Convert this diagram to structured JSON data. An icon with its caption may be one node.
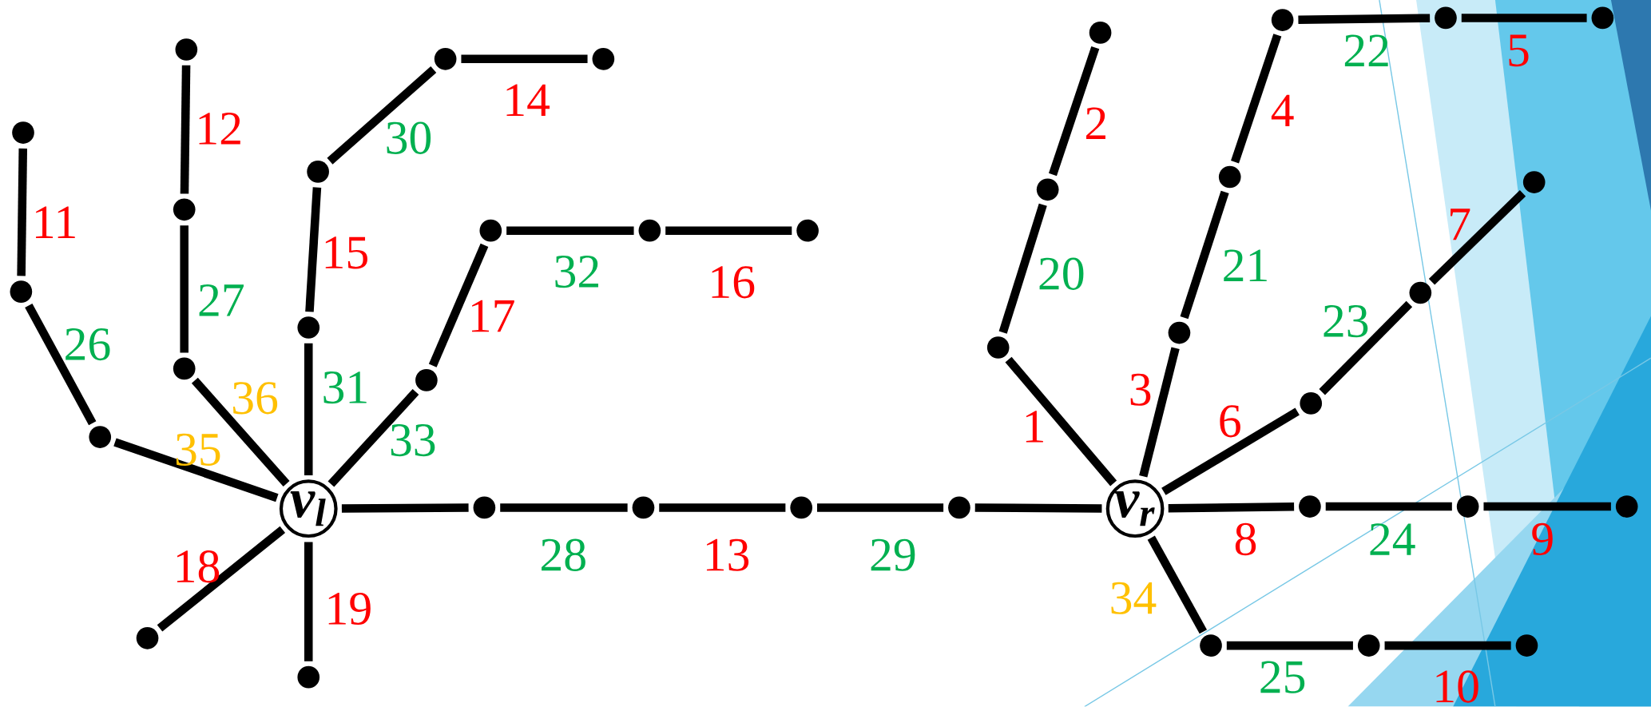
{
  "diagram": {
    "nodes": [
      {
        "text": [
          "v$_{l}$"
        ]
      },
      {
        "text": [
          "v$_{r}$"
        ]
      },
      {
        "text": [],
        "shape": "circle"
      },
      {
        "text": [],
        "shape": "circle"
      },
      {
        "text": [],
        "shape": "circle"
      },
      {
        "text": [],
        "shape": "circle"
      },
      {
        "text": [],
        "shape": "circle"
      },
      {
        "text": [],
        "shape": "circle"
      },
      {
        "text": [],
        "shape": "circle"
      },
      {
        "text": [],
        "shape": "circle"
      },
      {
        "text": [],
        "shape": "circle"
      },
      {
        "text": [],
        "shape": "circle"
      },
      {
        "text": [],
        "shape": "circle"
      },
      {
        "text": [],
        "shape": "circle"
      },
      {
        "text": [],
        "shape": "circle"
      },
      {
        "text": [],
        "shape": "circle"
      },
      {
        "text": [],
        "shape": "circle"
      },
      {
        "text": [],
        "shape": "circle"
      },
      {
        "text": [],
        "shape": "circle"
      },
      {
        "text": [],
        "shape": "circle"
      },
      {
        "text": [],
        "shape": "circle"
      },
      {
        "text": [],
        "shape": "circle"
      },
      {
        "text": [],
        "shape": "circle"
      },
      {
        "text": [],
        "shape": "circle"
      },
      {
        "text": [],
        "shape": "circle"
      },
      {
        "text": [],
        "shape": "circle"
      },
      {
        "text": [],
        "shape": "circle"
      },
      {
        "text": [],
        "shape": "circle"
      },
      {
        "text": [],
        "shape": "circle"
      },
      {
        "text": [],
        "shape": "circle"
      },
      {
        "text": [],
        "shape": "circle"
      },
      {
        "text": [],
        "shape": "circle"
      },
      {
        "text": [],
        "shape": "circle"
      },
      {
        "text": [],
        "shape": "circle"
      },
      {
        "text": [],
        "shape": "circle"
      },
      {
        "text": [],
        "shape": "circle"
      },
      {
        "text": [],
        "shape": "circle"
      },
      {
        "text": [],
        "shape": "circle"
      },
      {
        "text": [],
        "shape": "circle"
      }
    ],
    "edges": [
      {
        "from": 2,
        "to": 3,
        "arrow": "none",
        "label": "11"
      },
      {
        "from": 3,
        "to": 4,
        "arrow": "none",
        "label": "26"
      },
      {
        "from": 4,
        "to": 0,
        "arrow": "none",
        "label": "35"
      },
      {
        "from": 5,
        "to": 6,
        "arrow": "none",
        "label": "12"
      },
      {
        "from": 6,
        "to": 7,
        "arrow": "none",
        "label": "27"
      },
      {
        "from": 7,
        "to": 0,
        "arrow": "none",
        "label": "36"
      },
      {
        "from": 8,
        "to": 9,
        "arrow": "none",
        "label": "14"
      },
      {
        "from": 10,
        "to": 8,
        "arrow": "none",
        "label": "30"
      },
      {
        "from": 11,
        "to": 10,
        "arrow": "none",
        "label": "15"
      },
      {
        "from": 0,
        "to": 11,
        "arrow": "none",
        "label": "31"
      },
      {
        "from": 12,
        "to": 13,
        "arrow": "none",
        "label": "17"
      },
      {
        "from": 0,
        "to": 12,
        "arrow": "none",
        "label": "33"
      },
      {
        "from": 13,
        "to": 14,
        "arrow": "none",
        "label": "32"
      },
      {
        "from": 14,
        "to": 15,
        "arrow": "none",
        "label": "16"
      },
      {
        "from": 0,
        "to": 16,
        "arrow": "none",
        "label": "18"
      },
      {
        "from": 0,
        "to": 17,
        "arrow": "none",
        "label": "19"
      },
      {
        "from": 0,
        "to": 18,
        "arrow": "none"
      },
      {
        "from": 18,
        "to": 19,
        "arrow": "none",
        "label": "28"
      },
      {
        "from": 19,
        "to": 20,
        "arrow": "none",
        "label": "13"
      },
      {
        "from": 20,
        "to": 21,
        "arrow": "none",
        "label": "29"
      },
      {
        "from": 21,
        "to": 1,
        "arrow": "none"
      },
      {
        "from": 22,
        "to": 23,
        "arrow": "none",
        "label": "2"
      },
      {
        "from": 23,
        "to": 24,
        "arrow": "none",
        "label": "20"
      },
      {
        "from": 24,
        "to": 1,
        "arrow": "none",
        "label": "1"
      },
      {
        "from": 25,
        "to": 28,
        "arrow": "none",
        "label": "4"
      },
      {
        "from": 25,
        "to": 26,
        "arrow": "none",
        "label": "22"
      },
      {
        "from": 26,
        "to": 27,
        "arrow": "none",
        "label": "5"
      },
      {
        "from": 28,
        "to": 29,
        "arrow": "none",
        "label": "21"
      },
      {
        "from": 29,
        "to": 1,
        "arrow": "none",
        "label": "3"
      },
      {
        "from": 30,
        "to": 31,
        "arrow": "none",
        "label": "7"
      },
      {
        "from": 31,
        "to": 32,
        "arrow": "none",
        "label": "23"
      },
      {
        "from": 32,
        "to": 1,
        "arrow": "none",
        "label": "6"
      },
      {
        "from": 1,
        "to": 33,
        "arrow": "none",
        "label": "8"
      },
      {
        "from": 33,
        "to": 34,
        "arrow": "none",
        "label": "24"
      },
      {
        "from": 34,
        "to": 35,
        "arrow": "none",
        "label": "9"
      },
      {
        "from": 1,
        "to": 36,
        "arrow": "none",
        "label": "34"
      },
      {
        "from": 36,
        "to": 37,
        "arrow": "none",
        "label": "25"
      },
      {
        "from": 37,
        "to": 38,
        "arrow": "none",
        "label": "10"
      }
    ]
  }
}
